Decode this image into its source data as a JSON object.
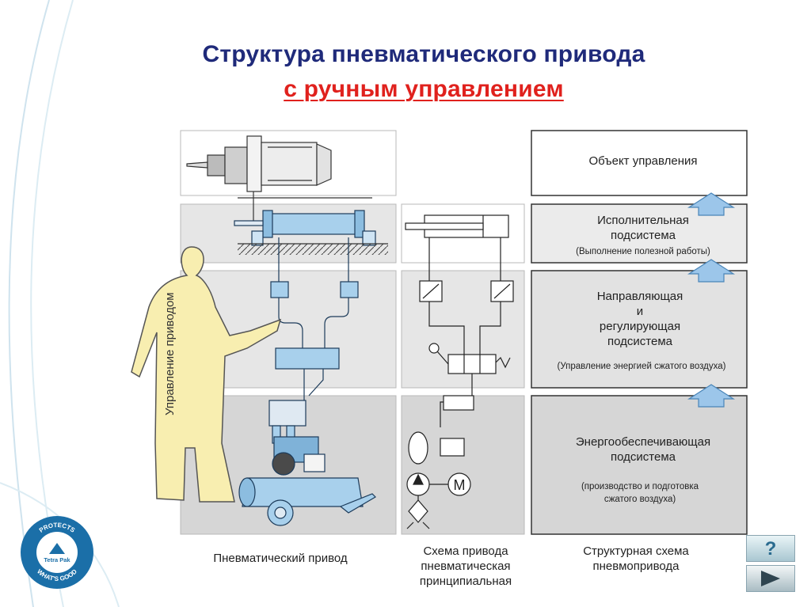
{
  "title": {
    "line1": "Структура пневматического привода",
    "line2": "с ручным управлением"
  },
  "figure": {
    "person_label": "Управление приводом",
    "captions": {
      "pneumatic_drive": "Пневматический привод",
      "schematic_l1": "Схема привода",
      "schematic_l2": "пневматическая",
      "schematic_l3": "принципиальная",
      "structural_l1": "Структурная схема",
      "structural_l2": "пневмопривода"
    },
    "motor_symbol": "M",
    "structure_blocks": {
      "control_object": "Объект управления",
      "executive_l1": "Исполнительная",
      "executive_l2": "подсистема",
      "executive_l3": "(Выполнение полезной работы)",
      "directing_l1": "Направляющая",
      "directing_l2": "и",
      "directing_l3": "регулирующая",
      "directing_l4": "подсистема",
      "directing_l5": "(Управление энергией сжатого воздуха)",
      "energy_l1": "Энергообеспечивающая",
      "energy_l2": "подсистема",
      "energy_l3": "(производство и подготовка",
      "energy_l4": "сжатого воздуха)"
    }
  },
  "logo": {
    "text_top": "PROTECTS",
    "text_bottom": "WHAT'S GOOD",
    "brand": "Tetra Pak"
  },
  "nav": {
    "help_label": "?"
  },
  "colors": {
    "title_blue": "#1f2a7a",
    "title_red": "#e0211d",
    "figure_blue": "#a8d0ec",
    "person_yellow": "#f8eeb0",
    "arrow_blue": "#9cc6ea"
  }
}
